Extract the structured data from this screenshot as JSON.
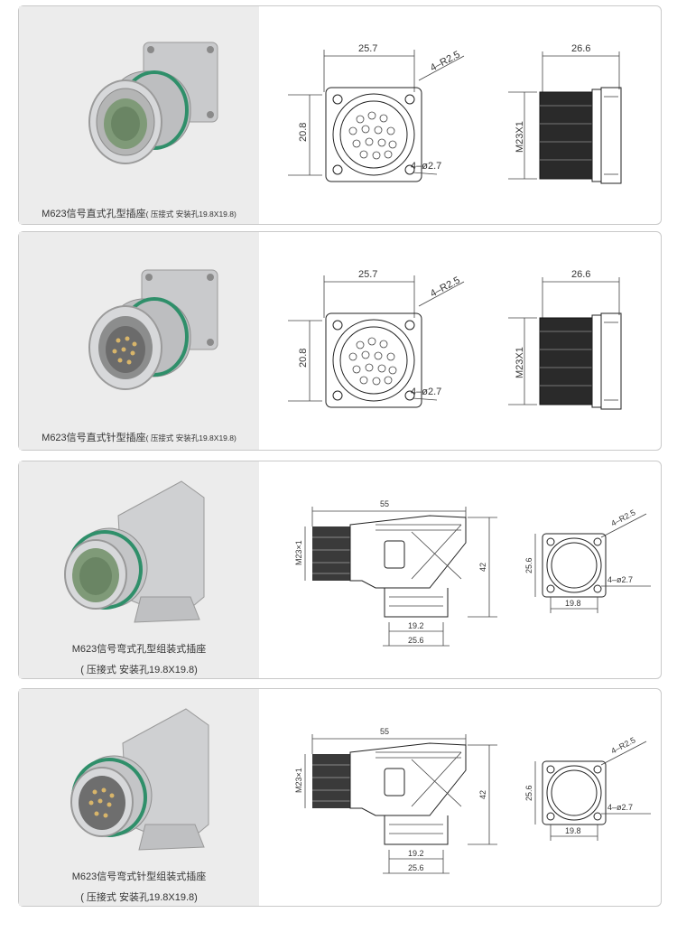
{
  "products": [
    {
      "title": "M623信号直式孔型插座",
      "subtitle": "( 压接式 安装孔19.8X19.8)",
      "dims": {
        "width": "25.7",
        "radius": "4–R2.5",
        "height": "20.8",
        "holes": "4–ø2.7",
        "length": "26.6",
        "thread": "M23X1"
      }
    },
    {
      "title": "M623信号直式针型插座",
      "subtitle": "( 压接式 安装孔19.8X19.8)",
      "dims": {
        "width": "25.7",
        "radius": "4–R2.5",
        "height": "20.8",
        "holes": "4–ø2.7",
        "length": "26.6",
        "thread": "M23X1"
      }
    },
    {
      "title": "M623信号弯式孔型组装式插座",
      "subtitle": "( 压接式 安装孔19.8X19.8)",
      "dims": {
        "length": "55",
        "thread": "M23×1",
        "height": "42",
        "base1": "19.2",
        "base2": "25.6",
        "side": "25.6",
        "radius": "4–R2.5",
        "holes": "4–ø2.7",
        "pitch": "19.8"
      }
    },
    {
      "title": "M623信号弯式针型组装式插座",
      "subtitle": "( 压接式 安装孔19.8X19.8)",
      "dims": {
        "length": "55",
        "thread": "M23×1",
        "height": "42",
        "base1": "19.2",
        "base2": "25.6",
        "side": "25.6",
        "radius": "4–R2.5",
        "holes": "4–ø2.7",
        "pitch": "19.8"
      }
    }
  ]
}
